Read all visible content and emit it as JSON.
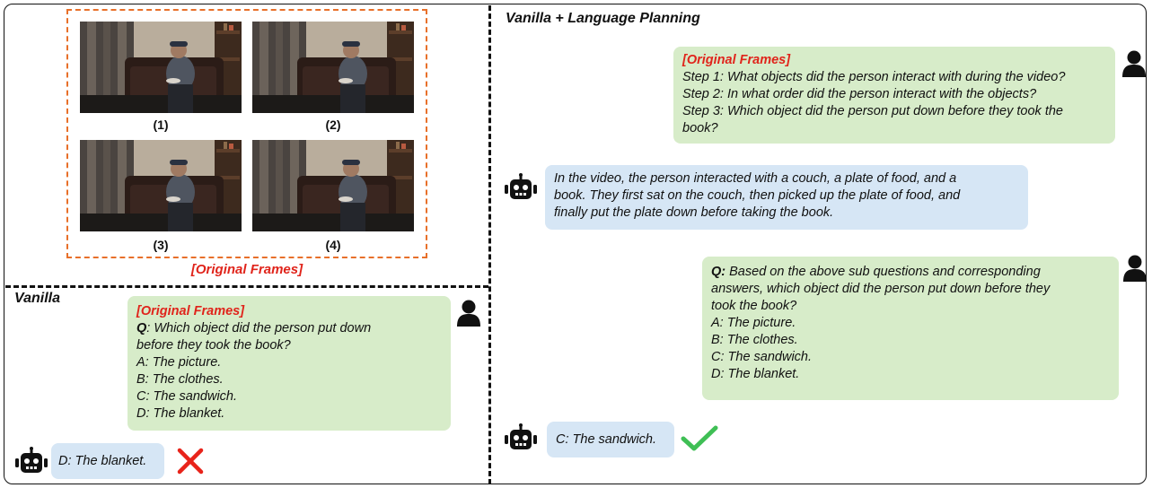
{
  "frames": {
    "caption": "[Original Frames]",
    "items": [
      {
        "label": "(1)"
      },
      {
        "label": "(2)"
      },
      {
        "label": "(3)"
      },
      {
        "label": "(4)"
      }
    ]
  },
  "vanilla": {
    "title": "Vanilla",
    "user": {
      "tag": "[Original Frames]",
      "q_prefix": "Q",
      "q_line1": ": Which object did the person put down",
      "q_line2": "before they took the book?",
      "options": [
        "A: The picture.",
        "B: The clothes.",
        "C: The sandwich.",
        "D: The blanket."
      ]
    },
    "answer": "D: The blanket.",
    "result_icon": "cross-icon",
    "result_color": "#e8231a"
  },
  "planning": {
    "title": "Vanilla + Language Planning",
    "user1": {
      "tag": "[Original Frames]",
      "lines": [
        "Step 1: What objects did the person interact with during the video?",
        "Step 2: In what order did the person interact with the objects?",
        "Step 3: Which object did the person put down before they took the",
        "book?"
      ]
    },
    "bot1": {
      "lines": [
        "In the video, the person interacted with a couch, a plate of food, and a",
        "book.  They first sat on the couch, then picked up the plate of food, and",
        "finally put the plate down before taking the book."
      ]
    },
    "user2": {
      "q_prefix": "Q:",
      "q_line1": " Based on the above sub questions and corresponding",
      "lines": [
        "answers, which object did the person put down before they",
        "took the book?",
        "A: The picture.",
        "B: The clothes.",
        "C: The sandwich.",
        "D: The blanket."
      ]
    },
    "answer": "C: The sandwich.",
    "result_icon": "checkmark-icon",
    "result_color": "#3fbf55"
  },
  "colors": {
    "user_bubble": "#d7ecc9",
    "bot_bubble": "#d6e6f5",
    "frame_border": "#e8702a",
    "highlight_red": "#e0241b"
  }
}
